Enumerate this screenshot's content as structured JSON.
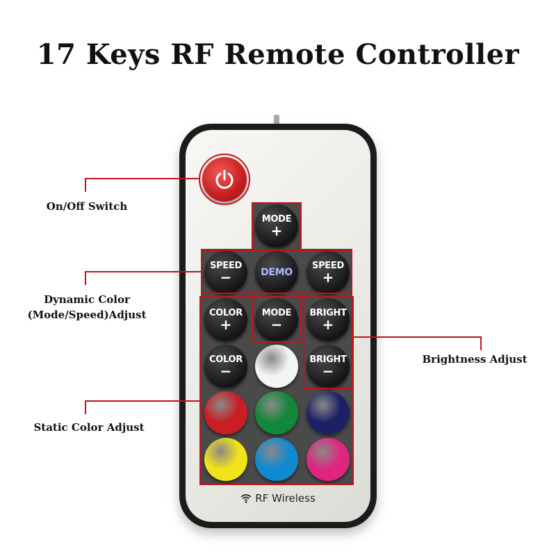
{
  "title": "17 Keys RF Remote Controller",
  "labels": {
    "power": "On/Off Switch",
    "dynamic_line1": "Dynamic Color",
    "dynamic_line2": "(Mode/Speed)Adjust",
    "brightness": "Brightness Adjust",
    "static": "Static Color Adjust"
  },
  "buttons": {
    "mode_plus": {
      "label": "MODE",
      "symbol": "+"
    },
    "speed_minus": {
      "label": "SPEED",
      "symbol": "−"
    },
    "demo": {
      "label": "DEMO"
    },
    "speed_plus": {
      "label": "SPEED",
      "symbol": "+"
    },
    "color_plus": {
      "label": "COLOR",
      "symbol": "+"
    },
    "mode_minus": {
      "label": "MODE",
      "symbol": "−"
    },
    "bright_plus": {
      "label": "BRIGHT",
      "symbol": "+"
    },
    "color_minus": {
      "label": "COLOR",
      "symbol": "−"
    },
    "bright_minus": {
      "label": "BRIGHT",
      "symbol": "−"
    }
  },
  "colors": {
    "white": "#f4f4f4",
    "red": "#c81e24",
    "green": "#12883a",
    "navy": "#1c2066",
    "yellow": "#f2e21a",
    "blue": "#0f8ad0",
    "magenta": "#e0257e",
    "accent": "#c0141c"
  },
  "footer": {
    "text": "RF Wireless",
    "icon": "wireless-icon"
  }
}
